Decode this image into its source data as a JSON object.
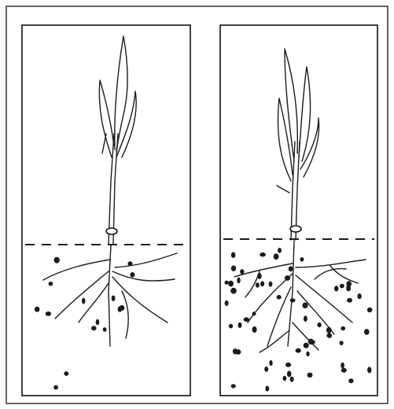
{
  "figure": {
    "type": "illustration",
    "panels": [
      {
        "id": "left",
        "soil_granule_count": 15,
        "root_spread": "sparse"
      },
      {
        "id": "right",
        "soil_granule_count": 60,
        "root_spread": "dense"
      }
    ],
    "colors": {
      "ink": "#1c1c1c",
      "paper": "#ffffff"
    }
  }
}
